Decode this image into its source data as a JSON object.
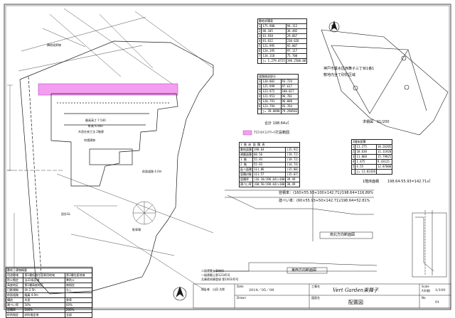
{
  "drawing": {
    "north_label": "N",
    "site_labels": {
      "neighbor_road": "隣地境界線",
      "pink_legend": "ｱｽﾌｧﾙﾄｺﾝｸﾘｰﾄ打設範囲",
      "building_label": "申請建物",
      "height_max": "最高高さ 7.540",
      "eave_height": "軒高 6.900",
      "floors": "木造在来工法 2階建",
      "parking": "駐車場",
      "road_front": "前面道路 4.0m",
      "ground_level": "設計GL"
    }
  },
  "area_table_1": {
    "title": "敷地求積表",
    "rows": [
      {
        "no": "1",
        "a": "175.900",
        "b": "94.112"
      },
      {
        "no": "2",
        "a": "86.105",
        "b": "36.482"
      },
      {
        "no": "3",
        "a": "81.930",
        "b": "29.867"
      },
      {
        "no": "4",
        "a": "81.632",
        "b": "230.626"
      },
      {
        "no": "5",
        "a": "121.995",
        "b": "92.007"
      },
      {
        "no": "6",
        "a": "124.195",
        "b": "97.117"
      },
      {
        "no": "7",
        "a": "134.118",
        "b": "75.700"
      }
    ],
    "sum": "∑= 1,279.0725",
    "total": "198.2500.00"
  },
  "area_table_2": {
    "title": "道路後退部分",
    "rows": [
      {
        "no": "1",
        "a": "120.002",
        "b": "93.724"
      },
      {
        "no": "2",
        "a": "125.999",
        "b": "97.617"
      },
      {
        "no": "3",
        "a": "123.972",
        "b": "100.017"
      },
      {
        "no": "4",
        "a": "121.953",
        "b": "96.701"
      },
      {
        "no": "5",
        "a": "120.791",
        "b": "96.088"
      },
      {
        "no": "6",
        "a": "123.794",
        "b": "93.764"
      }
    ],
    "sum": "∑= 39.0890",
    "total": "79.290583"
  },
  "area_total_label": "合計 198.64㎡",
  "location": {
    "address": "神戸市垂水区西舞子三丁目1番1",
    "zone": "敷地内全て砂防区域",
    "scale_label": "求積図　S1/200"
  },
  "coverage_table": {
    "title": "1 階 床 面 積 表",
    "rows": [
      {
        "name": "敷地面積",
        "v1": "198.64",
        "v2": "(15.92)"
      },
      {
        "name": "建築面積",
        "v1": "60.56",
        "v2": "(19.72)"
      },
      {
        "name": "1 階",
        "v1": "55.93",
        "v2": "(19.72)"
      },
      {
        "name": "2 階",
        "v1": "55.93",
        "v2": "(14.74)"
      },
      {
        "name": "延べ面積",
        "v1": "111.86",
        "v2": "(15.00)"
      },
      {
        "name": "容積対象",
        "v1": "111.57",
        "v2": "(15.07)"
      },
      {
        "name": "容積率",
        "v1": "(16.10/198.64)×100",
        "v2": "39.49"
      },
      {
        "name": "建ぺい率",
        "v1": "(60.56/198.64)×100",
        "v2": "30.49"
      }
    ]
  },
  "floor_table": {
    "title": "1階床面積",
    "rows": [
      {
        "no": "1",
        "a": "11.275",
        "b": "10.26205"
      },
      {
        "no": "2",
        "a": "10.638",
        "b": "11.11920"
      },
      {
        "no": "3",
        "a": "11.868",
        "b": "15.79825"
      },
      {
        "no": "4",
        "a": "1.475",
        "b": "9.43125"
      },
      {
        "no": "5",
        "a": "4.55",
        "b": "12.87000"
      }
    ],
    "sum": "∑= 11.02420",
    "summary": "198.64-55.93=142.71㎡"
  },
  "summary_floor": "1階床面積",
  "ratios": {
    "floor_area_ratio": "容積率：(160×55.93+100×142.71)/198.64=116.89%",
    "coverage_ratio": "建ぺい率：(60×55.93+50×142.71)/198.64=52.81%"
  },
  "sections": {
    "ns_label": "南北方向断面図",
    "ew_label": "東西方向断面図"
  },
  "spec_table": {
    "title": "敷地・建物概要",
    "rows": [
      [
        "用途地域",
        "第1種低層住居専用地域",
        "第1種住居地域"
      ],
      [
        "防火指定",
        "法22条区域",
        "準防火"
      ],
      [
        "高度地区",
        "第1種高度地区",
        "無指定"
      ],
      [
        "日影規制",
        "4h 2.5h",
        "なし"
      ],
      [
        "前面道路",
        "幅員 4.0m",
        ""
      ],
      [
        "構造",
        "木造",
        "鉄骨"
      ],
      [
        "建ぺい率",
        "50%",
        "60%"
      ],
      [
        "容積率",
        "100%",
        "200%"
      ],
      [
        "砂防指定",
        "砂防指定地",
        "全部"
      ]
    ]
  },
  "designer": {
    "line1": "二級建築士事務所",
    "line2": "一級建築士第12345号",
    "line3": "兵庫県知事登録 第100345号",
    "line4": "設計者　山田 太郎"
  },
  "title_block": {
    "date_label": "Date",
    "date": "2014／05／08",
    "project_label": "工事名",
    "project": "Vert  Garden東舞子",
    "scale_label": "Scale",
    "scale": "1/100",
    "drawn_label": "Drawn",
    "drawing_name_label": "図面名",
    "drawing_name": "配置図",
    "sheet_label": "No.",
    "sheet": "01",
    "size": "A3(縮)"
  },
  "colors": {
    "line": "#1a1a1a",
    "pink": "#f39ef0",
    "pink_border": "#c04bbf",
    "dim": "#333333"
  }
}
